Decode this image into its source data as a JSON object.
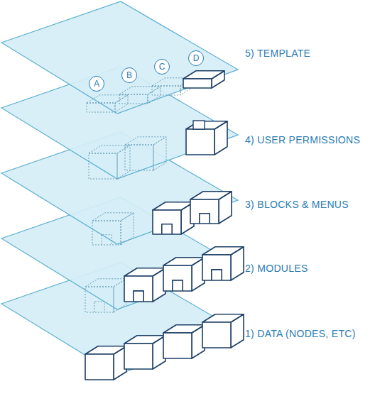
{
  "diagram": {
    "nodes": [
      {
        "text": [
          "A"
        ]
      },
      {
        "text": [
          "B"
        ]
      },
      {
        "text": [
          "C"
        ]
      },
      {
        "text": [
          "D"
        ]
      }
    ],
    "labels": [
      "5) TEMPLATE",
      "4) USER PERMISSIONS",
      "3) BLOCKS & MENUS",
      "2) MODULES",
      "1) DATA (NODES, ETC)"
    ]
  }
}
